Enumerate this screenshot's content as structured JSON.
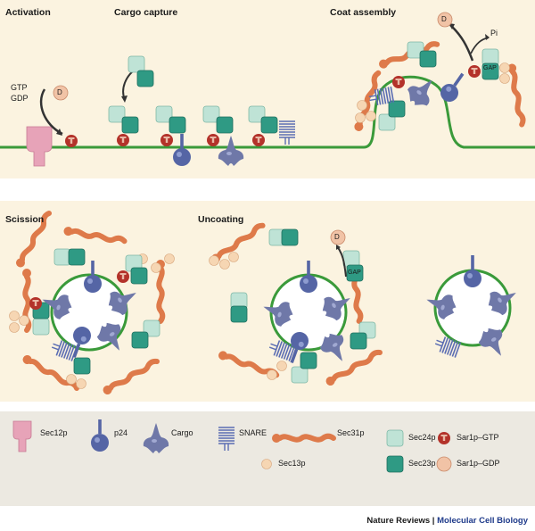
{
  "stages": {
    "activation": "Activation",
    "cargo_capture": "Cargo capture",
    "coat_assembly": "Coat assembly",
    "scission": "Scission",
    "uncoating": "Uncoating"
  },
  "inline_labels": {
    "gtp": "GTP",
    "gdp": "GDP",
    "pi": "Pi",
    "t": "T",
    "d": "D",
    "gap": "GAP"
  },
  "legend": {
    "sec12p": "Sec12p",
    "p24": "p24",
    "cargo": "Cargo",
    "snare": "SNARE",
    "sec31p": "Sec31p",
    "sec13p": "Sec13p",
    "sec24p": "Sec24p",
    "sec23p": "Sec23p",
    "sar1p_gtp": "Sar1p–GTP",
    "sar1p_gdp": "Sar1p–GDP"
  },
  "credit": {
    "journal_a": "Nature Reviews",
    "separator": " | ",
    "journal_b": "Molecular Cell Biology"
  },
  "colors": {
    "panel_bg": "#fbf3e0",
    "legend_bg": "#ece9e1",
    "membrane": "#3a9a3a",
    "sec24p": "#bfe3d6",
    "sec23p": "#2f9a84",
    "sar1p_gtp": "#b3322a",
    "sar1p_gdp": "#f1c3a6",
    "sec31p": "#de7a4a",
    "sec13p": "#f6d6b3",
    "p24": "#5565a5",
    "cargo": "#6f78a8",
    "sec12p": "#e7a3b8",
    "snare": "#5b6db3"
  }
}
